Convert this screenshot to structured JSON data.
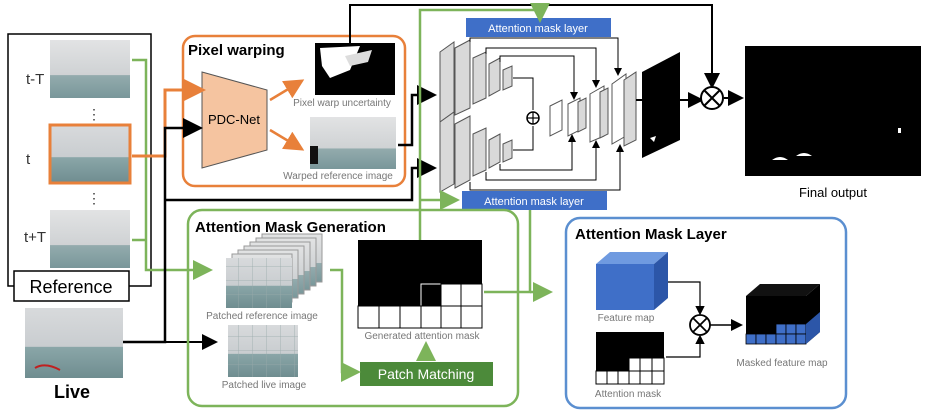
{
  "sequence": {
    "labels": [
      "t-T",
      "⋮",
      "t",
      "⋮",
      "t+T"
    ],
    "reference_label": "Reference",
    "live_label": "Live"
  },
  "pixel_warping": {
    "title": "Pixel warping",
    "net_label": "PDC-Net",
    "uncertainty_label": "Pixel warp uncertainty",
    "warped_label": "Warped reference image"
  },
  "attention_mask_generation": {
    "title": "Attention Mask Generation",
    "patched_reference_label": "Patched reference image",
    "patched_live_label": "Patched live image",
    "generated_mask_label": "Generated attention mask",
    "patch_matching_label": "Patch Matching"
  },
  "network": {
    "top_layer_label": "Attention mask layer",
    "bottom_layer_label": "Attention mask layer",
    "final_output_label": "Final output"
  },
  "attention_mask_layer": {
    "title": "Attention Mask Layer",
    "feature_map_label": "Feature map",
    "attention_mask_label": "Attention mask",
    "masked_feature_map_label": "Masked feature map"
  },
  "colors": {
    "orange": "#e8803a",
    "green": "#7db45a",
    "blue": "#5b8fd0",
    "layer_blue": "#3f6fc8",
    "pdc_fill": "#f5c4a0"
  }
}
